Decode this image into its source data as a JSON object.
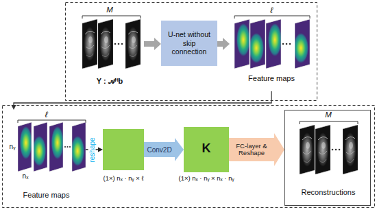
{
  "diagram": {
    "nodes": [
      {
        "text": [
          "M",
          "Y : 𝒜ᴴb"
        ]
      },
      {
        "text": [
          "U-net without skip connection"
        ]
      },
      {
        "text": [
          "ℓ",
          "Feature maps"
        ]
      },
      {
        "text": [
          "ℓ",
          "nᵧ",
          "nₓ",
          "Feature maps"
        ]
      },
      {
        "text": [
          "(1×) nₓ · nᵧ × ℓ"
        ]
      },
      {
        "text": [
          "K",
          "(1×) nₓ · nᵧ × nₓ · nᵧ"
        ]
      },
      {
        "text": [
          "M",
          "Reconstructions"
        ]
      }
    ],
    "edges": [
      {
        "from": 0,
        "to": 1,
        "arrow": "to"
      },
      {
        "from": 1,
        "to": 2,
        "arrow": "to"
      },
      {
        "from": 2,
        "to": 3,
        "arrow": "to"
      },
      {
        "from": 3,
        "to": 4,
        "label": "reshape",
        "arrow": "to"
      },
      {
        "from": 4,
        "to": 5,
        "label": "Conv2D",
        "arrow": "to"
      },
      {
        "from": 5,
        "to": 6,
        "label": "FC-layer & Reshape",
        "arrow": "to"
      }
    ]
  }
}
